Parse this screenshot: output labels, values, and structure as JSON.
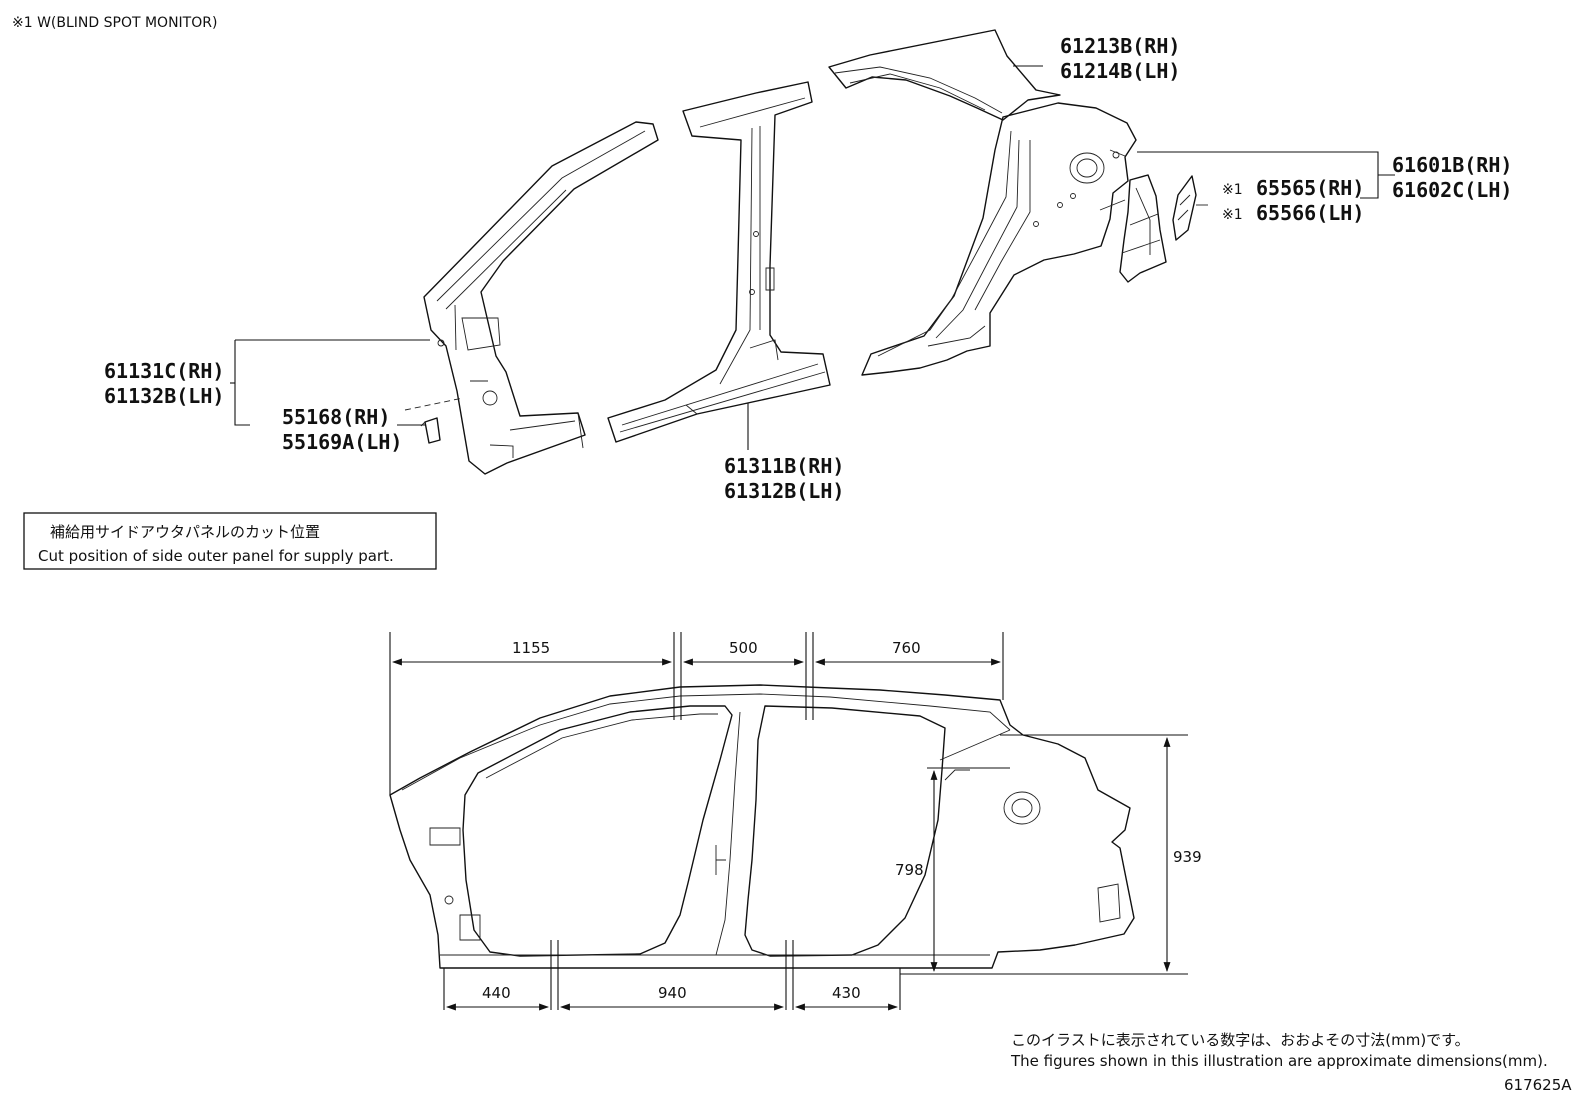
{
  "header_note": "※1 W(BLIND SPOT MONITOR)",
  "parts": {
    "roof_side_rail": [
      "61213B(RH)",
      "61214B(LH)"
    ],
    "quarter_panel": [
      "61601B(RH)",
      "61602C(LH)"
    ],
    "bsm_bracket": [
      "65565(RH)",
      "65566(LH)"
    ],
    "bsm_marker": "※1",
    "front_pillar": [
      "61131C(RH)",
      "61132B(LH)"
    ],
    "bracket": [
      "55168(RH)",
      "55169A(LH)"
    ],
    "rocker_panel": [
      "61311B(RH)",
      "61312B(LH)"
    ]
  },
  "cut_box": {
    "jp": "補給用サイドアウタパネルのカット位置",
    "en": "Cut position of side outer panel for supply part."
  },
  "dimensions": {
    "top": [
      "1155",
      "500",
      "760"
    ],
    "bottom": [
      "440",
      "940",
      "430"
    ],
    "height_inner": "798",
    "height_outer": "939"
  },
  "footer": {
    "jp": "このイラストに表示されている数字は、おおよその寸法(mm)です。",
    "en": "The figures shown in this illustration are approximate dimensions(mm).",
    "figure_id": "617625A"
  }
}
